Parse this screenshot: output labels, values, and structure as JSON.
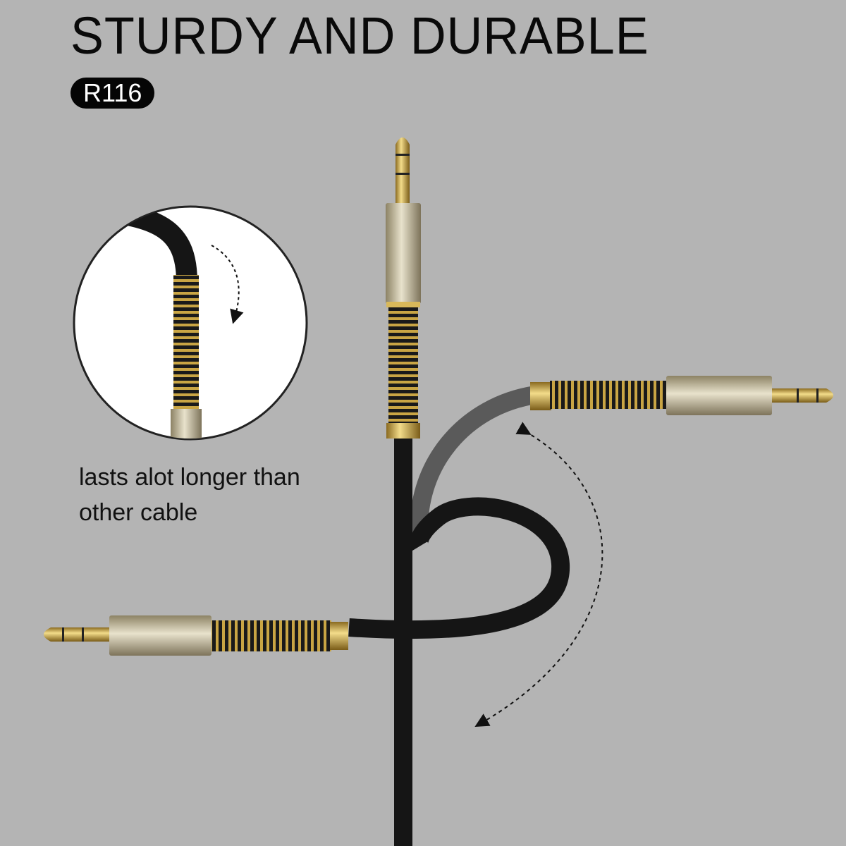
{
  "header": {
    "title": "STURDY AND DURABLE",
    "model_badge": "R116"
  },
  "callout": {
    "caption_line1": "lasts alot longer than",
    "caption_line2": "other cable"
  },
  "colors": {
    "background": "#b4b4b4",
    "cable": "#151515",
    "cable_bent": "#5a5a5a",
    "gold": "#c9a544",
    "badge": "#050505"
  }
}
